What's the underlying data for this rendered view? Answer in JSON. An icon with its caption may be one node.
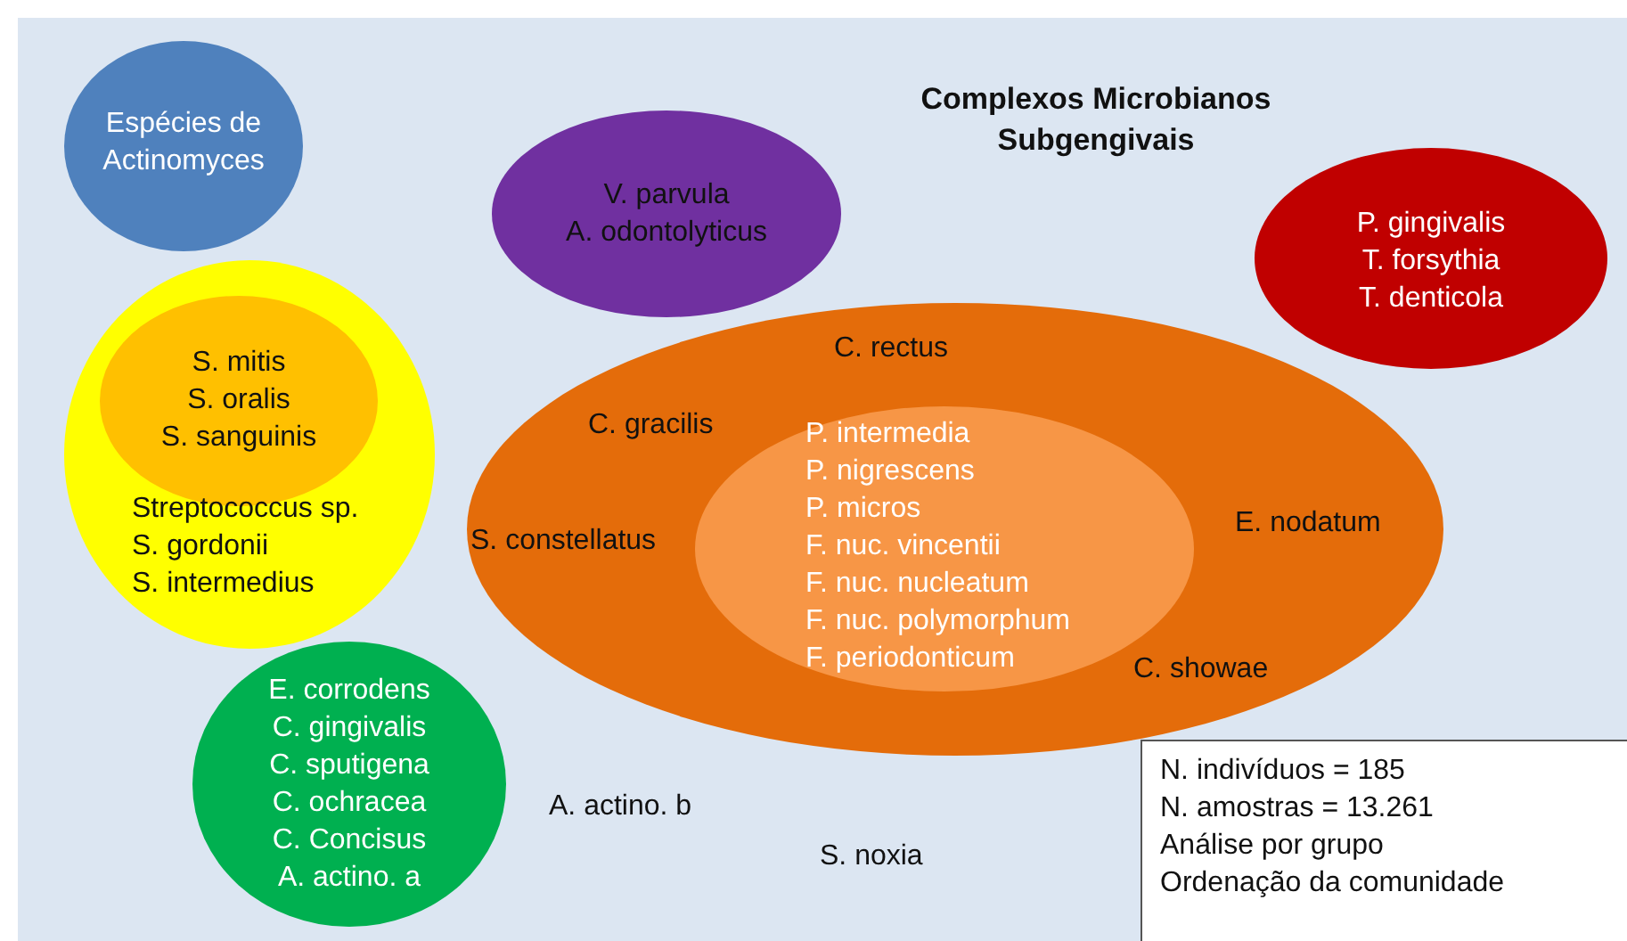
{
  "diagram": {
    "title": "Complexos Microbianos Subgengivais",
    "nodes": [
      {
        "text": [
          "Espécies de Actinomyces"
        ]
      },
      {
        "text": [
          "V. parvula",
          "A. odontolyticus"
        ]
      },
      {
        "text": [
          "P. gingivalis",
          "T. forsythia",
          "T. denticola"
        ]
      },
      {
        "text": [
          "Streptococcus sp.",
          "S. gordonii",
          "S. intermedius"
        ]
      },
      {
        "text": [
          "S. mitis",
          "S. oralis",
          "S. sanguinis"
        ],
        "in": 3
      },
      {
        "text": [
          "C. rectus",
          "C. gracilis",
          "S. constellatus",
          "E. nodatum",
          "C. showae"
        ]
      },
      {
        "text": [
          "P. intermedia",
          "P. nigrescens",
          "P. micros",
          "F. nuc. vincentii",
          "F. nuc. nucleatum",
          "F. nuc. polymorphum",
          "F. periodonticum"
        ],
        "in": 5
      },
      {
        "text": [
          "E. corrodens",
          "C. gingivalis",
          "C. sputigena",
          "C. ochracea",
          "C. Concisus",
          "A. actino. a"
        ]
      },
      {
        "text": [
          "N. indivíduos = 185",
          "N. amostras = 13.261",
          "Análise por grupo",
          "Ordenação da comunidade"
        ]
      }
    ],
    "labels": [
      "A. actino. b",
      "S. noxia"
    ]
  }
}
